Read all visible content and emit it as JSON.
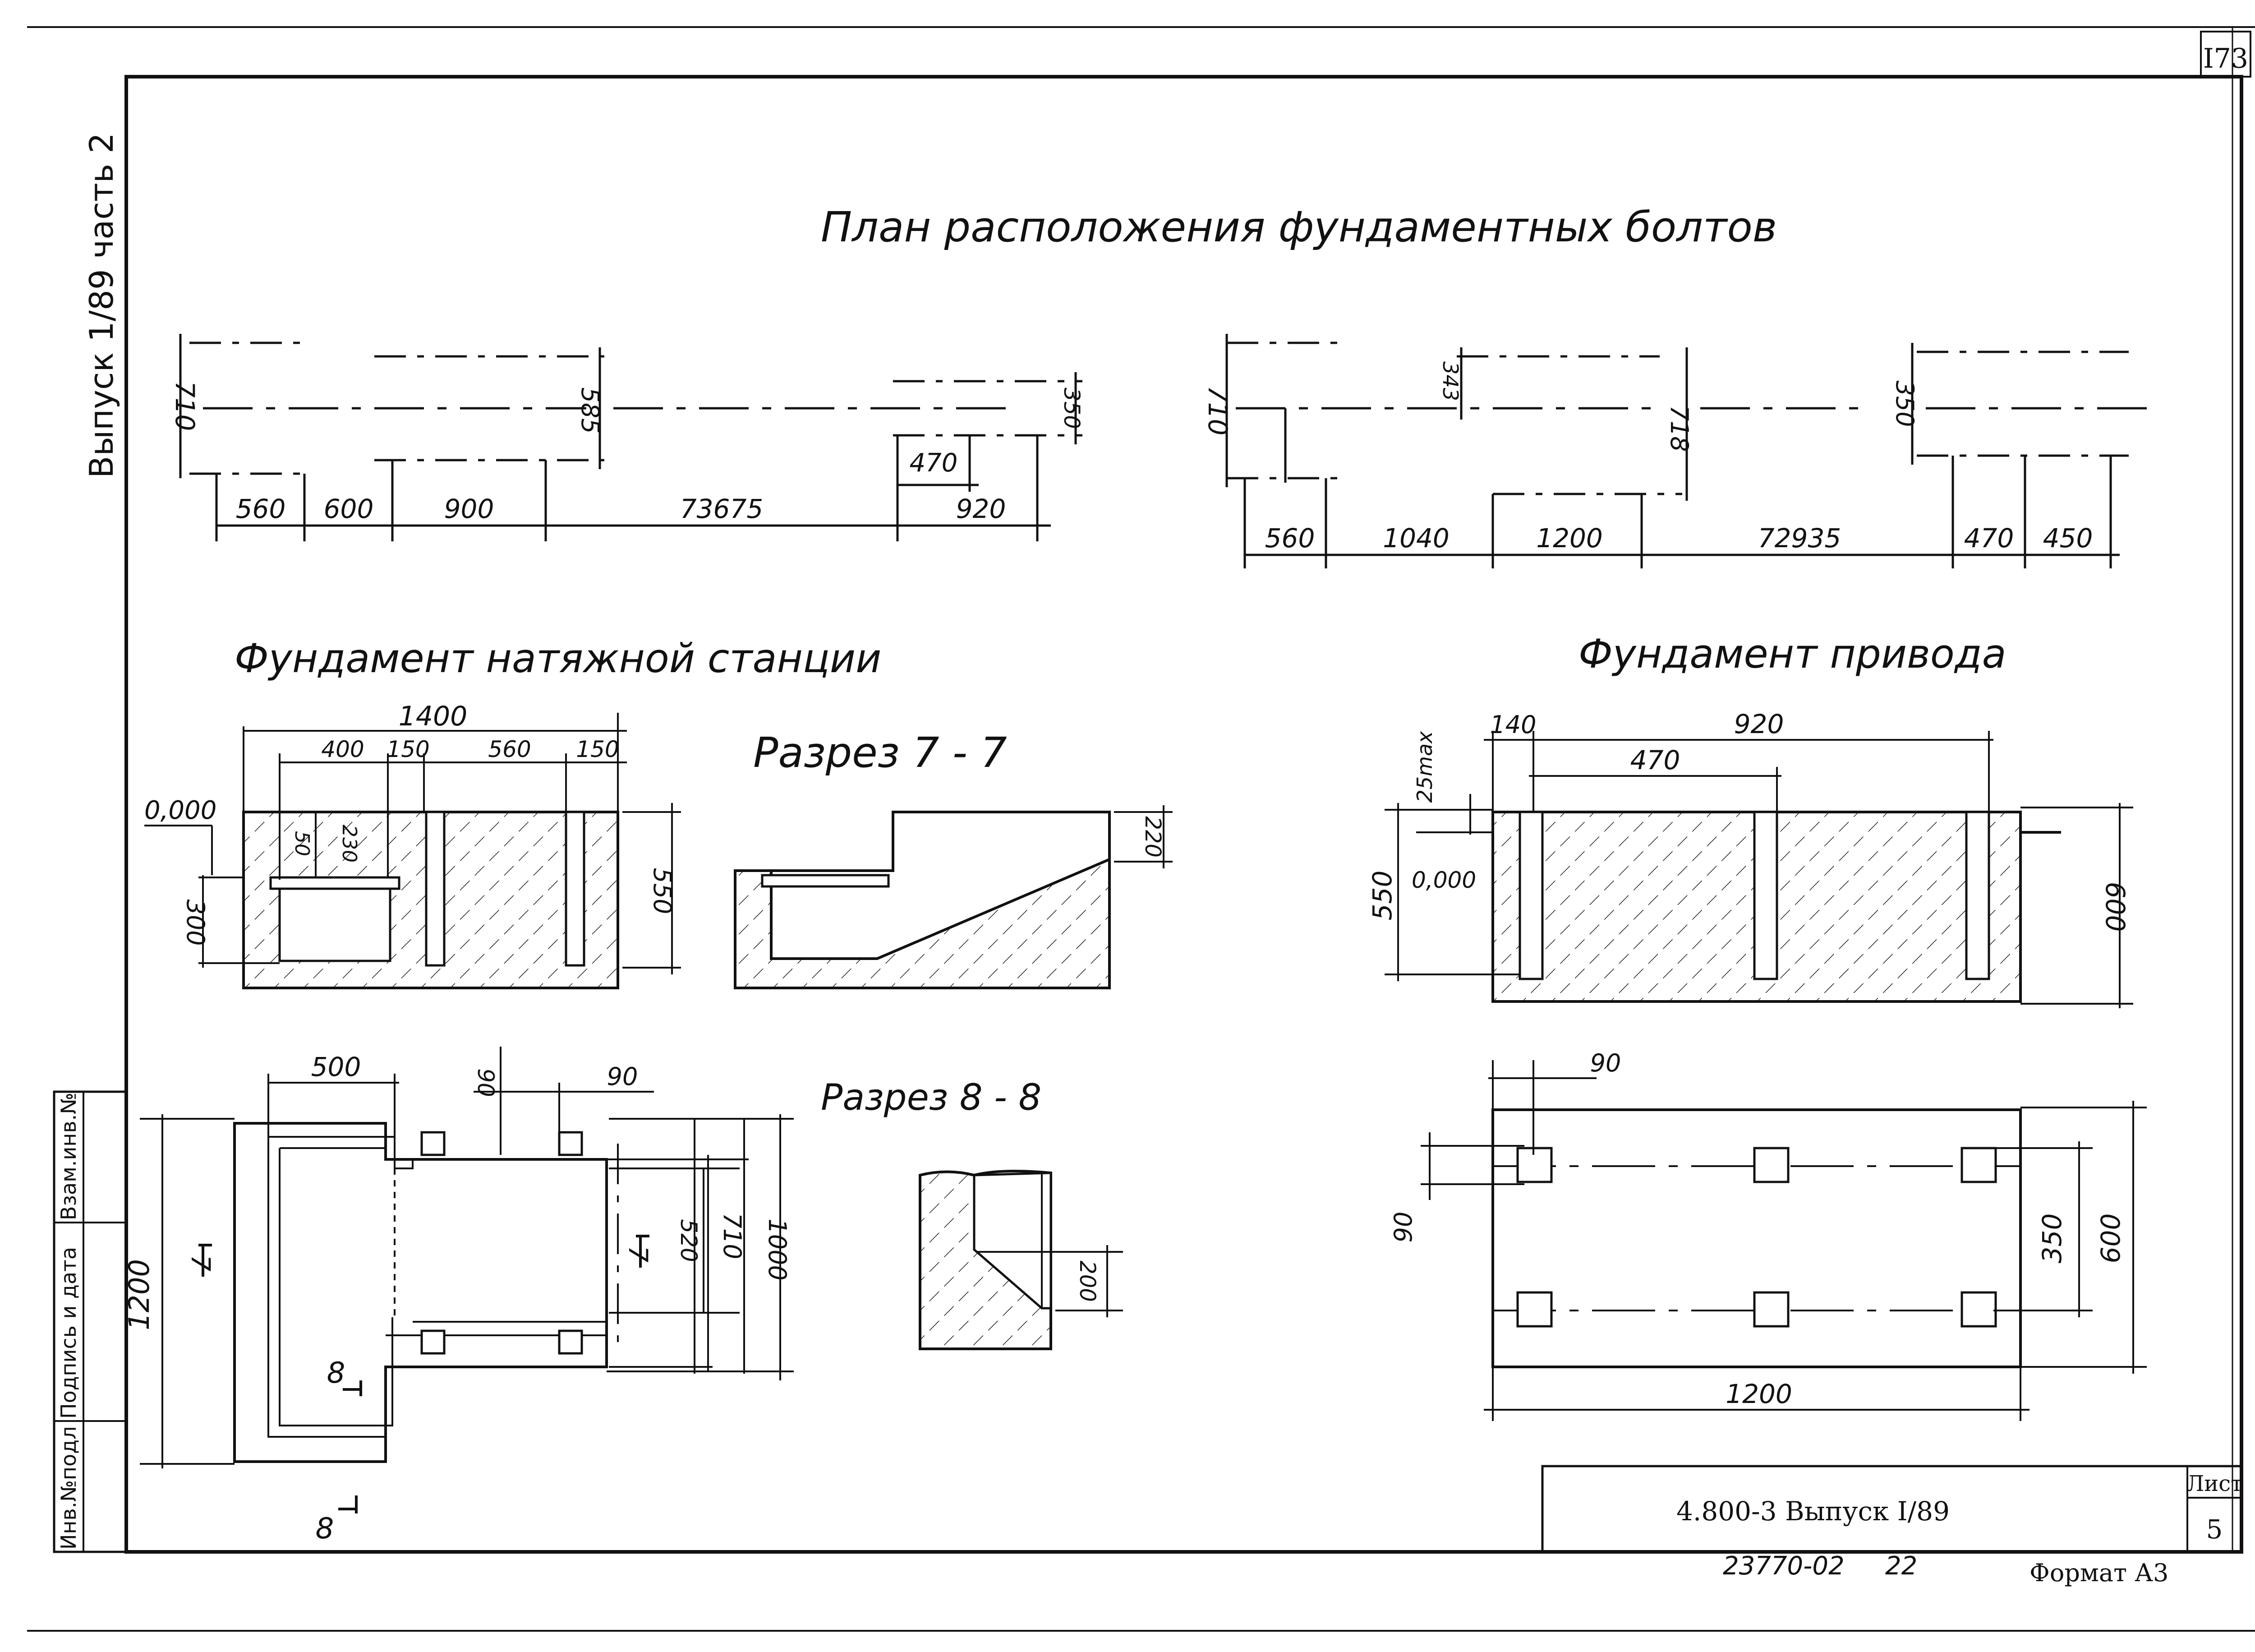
{
  "sheet": {
    "page_number": "I73",
    "margin_note": "Выпуск 1/89 часть 2",
    "stamp_cells": [
      "Инв.№подл",
      "Подпись и дата",
      "Взам.инв.№"
    ],
    "title_block": {
      "code": "4.800-3  Выпуск I/89",
      "sheet_label": "Лист",
      "sheet_number": "5",
      "archive_number": "23770-02",
      "archive_suffix": "22",
      "format": "Формат А3"
    }
  },
  "plan": {
    "title": "План расположения фундаментных болтов",
    "left": {
      "dims": [
        "560",
        "600",
        "900",
        "73675",
        "920"
      ],
      "dim_470": "470",
      "dim_710": "710",
      "dim_585": "585",
      "dim_350": "350"
    },
    "right": {
      "dims": [
        "560",
        "1040",
        "1200",
        "72935",
        "470",
        "450"
      ],
      "dim_710": "710",
      "dim_343": "343",
      "dim_718": "718",
      "dim_350": "350"
    }
  },
  "tension": {
    "title": "Фундамент натяжной станции",
    "dim_1400": "1400",
    "dims_top": [
      "400",
      "150",
      "560",
      "150"
    ],
    "level": "0,000",
    "dim_50": "50",
    "dim_230": "230",
    "dim_300": "300",
    "dim_550": "550",
    "section77_title": "Разрез 7 - 7",
    "dim_220": "220",
    "plan_500": "500",
    "plan_90a": "90",
    "plan_90b": "90",
    "plan_1200": "1200",
    "plan_520": "520",
    "plan_710": "710",
    "plan_1000": "1000",
    "mark7": "7",
    "mark8": "8",
    "section88_title": "Разрез 8 - 8",
    "dim_200": "200"
  },
  "drive": {
    "title": "Фундамент привода",
    "dim_140": "140",
    "dim_920": "920",
    "dim_470": "470",
    "dim_25max": "25max",
    "dim_550": "550",
    "level": "0,000",
    "dim_600": "600",
    "plan_90a": "90",
    "plan_90b": "90",
    "plan_350": "350",
    "plan_600": "600",
    "plan_1200": "1200"
  }
}
